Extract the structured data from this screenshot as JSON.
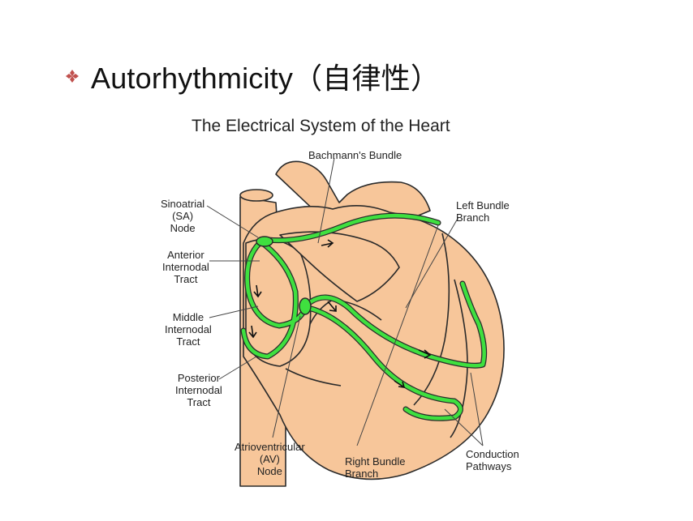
{
  "slide": {
    "title": "Autorhythmicity（自律性）",
    "bullet_icon": "diamond-bullet-icon",
    "accent_color": "#c0504d"
  },
  "diagram": {
    "title": "The Electrical System of the Heart",
    "colors": {
      "tissue": "#f7c69a",
      "outline": "#2a2a2a",
      "conduction": "#3fe03f"
    },
    "labels": {
      "bachmann": "Bachmann's Bundle",
      "sa_node": "Sinoatrial\n(SA)\nNode",
      "anterior": "Anterior\nInternodal\nTract",
      "middle": "Middle\nInternodal\nTract",
      "posterior": "Posterior\nInternodal\nTract",
      "av_node": "Atrioventricular\n(AV)\nNode",
      "right_bundle": "Right Bundle\nBranch",
      "left_bundle": "Left Bundle\nBranch",
      "conduction": "Conduction\nPathways"
    }
  }
}
